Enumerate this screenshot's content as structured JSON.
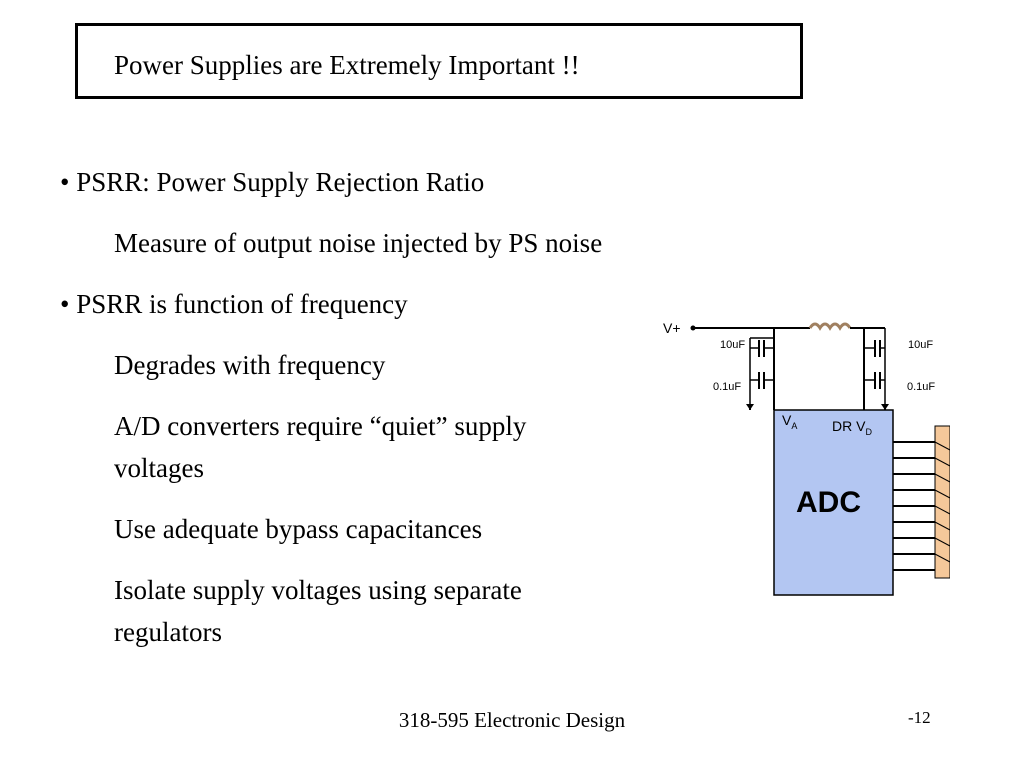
{
  "slide": {
    "title": "Power Supplies are Extremely Important !!",
    "bullets": [
      {
        "bullet": "•",
        "text": "PSRR:  Power Supply Rejection Ratio"
      },
      {
        "text": "Measure of output noise injected by PS noise"
      },
      {
        "bullet": "•",
        "text": "PSRR is function of frequency"
      },
      {
        "text": "Degrades with frequency"
      },
      {
        "text": "A/D converters require “quiet” supply"
      },
      {
        "text": "voltages"
      },
      {
        "text": "Use adequate bypass capacitances"
      },
      {
        "text": "Isolate supply voltages using separate"
      },
      {
        "text": "regulators"
      }
    ],
    "footer": "318-595 Electronic Design",
    "page_number": "-12"
  },
  "circuit": {
    "vplus": "V+",
    "cap_large": "10uF",
    "cap_small": "0.1uF",
    "pin_va": "V",
    "pin_va_sub": "A",
    "pin_dr": "DR V",
    "pin_dr_sub": "D",
    "chip": "ADC",
    "colors": {
      "chip_fill": "#b3c6f2",
      "connector_fill": "#f5c89a",
      "inductor": "#a08060"
    }
  }
}
